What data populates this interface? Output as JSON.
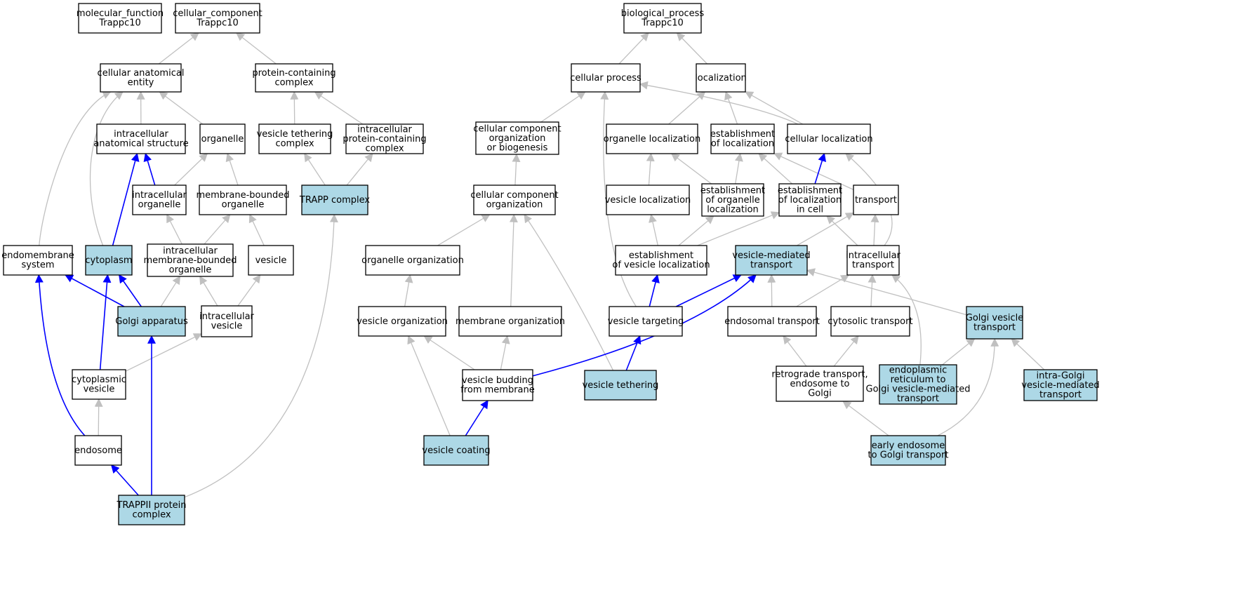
{
  "colors": {
    "highlight_fill": "#add8e6",
    "default_fill": "#ffffff",
    "border": "#000000",
    "edge_gray": "#c0c0c0",
    "edge_blue": "#0000ff"
  },
  "nodes": [
    {
      "id": "mf",
      "lines": [
        "molecular_function",
        "Trappc10"
      ],
      "hl": false
    },
    {
      "id": "cc",
      "lines": [
        "cellular_component",
        "Trappc10"
      ],
      "hl": false
    },
    {
      "id": "bp",
      "lines": [
        "biological_process",
        "Trappc10"
      ],
      "hl": false
    },
    {
      "id": "cae",
      "lines": [
        "cellular anatomical",
        "entity"
      ],
      "hl": false
    },
    {
      "id": "pcc",
      "lines": [
        "protein-containing",
        "complex"
      ],
      "hl": false
    },
    {
      "id": "cellproc",
      "lines": [
        "cellular process"
      ],
      "hl": false
    },
    {
      "id": "loc",
      "lines": [
        "localization"
      ],
      "hl": false
    },
    {
      "id": "ias",
      "lines": [
        "intracellular",
        "anatomical structure"
      ],
      "hl": false
    },
    {
      "id": "organelle",
      "lines": [
        "organelle"
      ],
      "hl": false
    },
    {
      "id": "vtc",
      "lines": [
        "vesicle tethering",
        "complex"
      ],
      "hl": false
    },
    {
      "id": "ipcc",
      "lines": [
        "intracellular",
        "protein-containing",
        "complex"
      ],
      "hl": false
    },
    {
      "id": "ccob",
      "lines": [
        "cellular component",
        "organization",
        "or biogenesis"
      ],
      "hl": false
    },
    {
      "id": "orgloc",
      "lines": [
        "organelle localization"
      ],
      "hl": false
    },
    {
      "id": "estloc",
      "lines": [
        "establishment",
        "of localization"
      ],
      "hl": false
    },
    {
      "id": "cellloc",
      "lines": [
        "cellular localization"
      ],
      "hl": false
    },
    {
      "id": "io",
      "lines": [
        "intracellular",
        "organelle"
      ],
      "hl": false
    },
    {
      "id": "mbo",
      "lines": [
        "membrane-bounded",
        "organelle"
      ],
      "hl": false
    },
    {
      "id": "trapp",
      "lines": [
        "TRAPP complex"
      ],
      "hl": true
    },
    {
      "id": "cco",
      "lines": [
        "cellular component",
        "organization"
      ],
      "hl": false
    },
    {
      "id": "vesloc",
      "lines": [
        "vesicle localization"
      ],
      "hl": false
    },
    {
      "id": "eoo",
      "lines": [
        "establishment",
        "of organelle",
        "localization"
      ],
      "hl": false
    },
    {
      "id": "elc",
      "lines": [
        "establishment",
        "of localization",
        "in cell"
      ],
      "hl": false
    },
    {
      "id": "transport",
      "lines": [
        "transport"
      ],
      "hl": false
    },
    {
      "id": "ems",
      "lines": [
        "endomembrane",
        "system"
      ],
      "hl": false
    },
    {
      "id": "cyto",
      "lines": [
        "cytoplasm"
      ],
      "hl": true
    },
    {
      "id": "imbo",
      "lines": [
        "intracellular",
        "membrane-bounded",
        "organelle"
      ],
      "hl": false
    },
    {
      "id": "vesicle",
      "lines": [
        "vesicle"
      ],
      "hl": false
    },
    {
      "id": "orgorg",
      "lines": [
        "organelle organization"
      ],
      "hl": false
    },
    {
      "id": "evl",
      "lines": [
        "establishment",
        "of vesicle localization"
      ],
      "hl": false
    },
    {
      "id": "vmt",
      "lines": [
        "vesicle-mediated",
        "transport"
      ],
      "hl": true
    },
    {
      "id": "it",
      "lines": [
        "intracellular",
        "transport"
      ],
      "hl": false
    },
    {
      "id": "golgi",
      "lines": [
        "Golgi apparatus"
      ],
      "hl": true
    },
    {
      "id": "iv",
      "lines": [
        "intracellular",
        "vesicle"
      ],
      "hl": false
    },
    {
      "id": "vo",
      "lines": [
        "vesicle organization"
      ],
      "hl": false
    },
    {
      "id": "mo",
      "lines": [
        "membrane organization"
      ],
      "hl": false
    },
    {
      "id": "vtarg",
      "lines": [
        "vesicle targeting"
      ],
      "hl": false
    },
    {
      "id": "endot",
      "lines": [
        "endosomal transport"
      ],
      "hl": false
    },
    {
      "id": "cytot",
      "lines": [
        "cytosolic transport"
      ],
      "hl": false
    },
    {
      "id": "gvt",
      "lines": [
        "Golgi vesicle",
        "transport"
      ],
      "hl": true
    },
    {
      "id": "cv",
      "lines": [
        "cytoplasmic",
        "vesicle"
      ],
      "hl": false
    },
    {
      "id": "vbud",
      "lines": [
        "vesicle budding",
        "from membrane"
      ],
      "hl": false
    },
    {
      "id": "vteth",
      "lines": [
        "vesicle tethering"
      ],
      "hl": true
    },
    {
      "id": "rteg",
      "lines": [
        "retrograde transport,",
        "endosome to",
        "Golgi"
      ],
      "hl": false
    },
    {
      "id": "ergvt",
      "lines": [
        "endoplasmic",
        "reticulum to",
        "Golgi vesicle-mediated",
        "transport"
      ],
      "hl": true
    },
    {
      "id": "igvt",
      "lines": [
        "intra-Golgi",
        "vesicle-mediated",
        "transport"
      ],
      "hl": true
    },
    {
      "id": "endosome",
      "lines": [
        "endosome"
      ],
      "hl": false
    },
    {
      "id": "vcoat",
      "lines": [
        "vesicle coating"
      ],
      "hl": true
    },
    {
      "id": "eetg",
      "lines": [
        "early endosome",
        "to Golgi transport"
      ],
      "hl": true
    },
    {
      "id": "trappii",
      "lines": [
        "TRAPPII protein",
        "complex"
      ],
      "hl": true
    }
  ],
  "edges": [
    {
      "from": "cae",
      "to": "cc",
      "color": "gray"
    },
    {
      "from": "pcc",
      "to": "cc",
      "color": "gray"
    },
    {
      "from": "cellproc",
      "to": "bp",
      "color": "gray"
    },
    {
      "from": "loc",
      "to": "bp",
      "color": "gray"
    },
    {
      "from": "ias",
      "to": "cae",
      "color": "gray"
    },
    {
      "from": "organelle",
      "to": "cae",
      "color": "gray"
    },
    {
      "from": "ems",
      "to": "cae",
      "color": "gray"
    },
    {
      "from": "cyto",
      "to": "cae",
      "color": "gray"
    },
    {
      "from": "vtc",
      "to": "pcc",
      "color": "gray"
    },
    {
      "from": "ipcc",
      "to": "pcc",
      "color": "gray"
    },
    {
      "from": "trapp",
      "to": "vtc",
      "color": "gray"
    },
    {
      "from": "trapp",
      "to": "ipcc",
      "color": "gray"
    },
    {
      "from": "io",
      "to": "ias",
      "color": "blue"
    },
    {
      "from": "cyto",
      "to": "ias",
      "color": "blue"
    },
    {
      "from": "io",
      "to": "organelle",
      "color": "gray"
    },
    {
      "from": "mbo",
      "to": "organelle",
      "color": "gray"
    },
    {
      "from": "imbo",
      "to": "io",
      "color": "gray"
    },
    {
      "from": "imbo",
      "to": "mbo",
      "color": "gray"
    },
    {
      "from": "vesicle",
      "to": "mbo",
      "color": "gray"
    },
    {
      "from": "golgi",
      "to": "ems",
      "color": "blue"
    },
    {
      "from": "endosome",
      "to": "ems",
      "color": "blue"
    },
    {
      "from": "golgi",
      "to": "cyto",
      "color": "blue"
    },
    {
      "from": "cv",
      "to": "cyto",
      "color": "blue"
    },
    {
      "from": "golgi",
      "to": "imbo",
      "color": "gray"
    },
    {
      "from": "iv",
      "to": "imbo",
      "color": "gray"
    },
    {
      "from": "iv",
      "to": "vesicle",
      "color": "gray"
    },
    {
      "from": "cv",
      "to": "iv",
      "color": "gray"
    },
    {
      "from": "endosome",
      "to": "cv",
      "color": "gray"
    },
    {
      "from": "trappii",
      "to": "golgi",
      "color": "blue"
    },
    {
      "from": "trappii",
      "to": "endosome",
      "color": "blue"
    },
    {
      "from": "trappii",
      "to": "trapp",
      "color": "gray"
    },
    {
      "from": "ccob",
      "to": "cellproc",
      "color": "gray"
    },
    {
      "from": "cellloc",
      "to": "cellproc",
      "color": "gray"
    },
    {
      "from": "vtarg",
      "to": "cellproc",
      "color": "gray"
    },
    {
      "from": "orgloc",
      "to": "loc",
      "color": "gray"
    },
    {
      "from": "estloc",
      "to": "loc",
      "color": "gray"
    },
    {
      "from": "cellloc",
      "to": "loc",
      "color": "gray"
    },
    {
      "from": "cco",
      "to": "ccob",
      "color": "gray"
    },
    {
      "from": "orgorg",
      "to": "cco",
      "color": "gray"
    },
    {
      "from": "mo",
      "to": "cco",
      "color": "gray"
    },
    {
      "from": "vteth",
      "to": "cco",
      "color": "gray"
    },
    {
      "from": "vo",
      "to": "orgorg",
      "color": "gray"
    },
    {
      "from": "vbud",
      "to": "vo",
      "color": "gray"
    },
    {
      "from": "vcoat",
      "to": "vo",
      "color": "gray"
    },
    {
      "from": "vbud",
      "to": "mo",
      "color": "gray"
    },
    {
      "from": "vcoat",
      "to": "vbud",
      "color": "blue"
    },
    {
      "from": "vbud",
      "to": "vmt",
      "color": "blue"
    },
    {
      "from": "vesloc",
      "to": "orgloc",
      "color": "gray"
    },
    {
      "from": "eoo",
      "to": "orgloc",
      "color": "gray"
    },
    {
      "from": "eoo",
      "to": "estloc",
      "color": "gray"
    },
    {
      "from": "elc",
      "to": "estloc",
      "color": "gray"
    },
    {
      "from": "transport",
      "to": "estloc",
      "color": "gray"
    },
    {
      "from": "elc",
      "to": "cellloc",
      "color": "blue"
    },
    {
      "from": "it",
      "to": "cellloc",
      "color": "gray"
    },
    {
      "from": "evl",
      "to": "vesloc",
      "color": "gray"
    },
    {
      "from": "evl",
      "to": "eoo",
      "color": "gray"
    },
    {
      "from": "evl",
      "to": "elc",
      "color": "gray"
    },
    {
      "from": "it",
      "to": "elc",
      "color": "gray"
    },
    {
      "from": "vmt",
      "to": "transport",
      "color": "gray"
    },
    {
      "from": "it",
      "to": "transport",
      "color": "gray"
    },
    {
      "from": "vtarg",
      "to": "evl",
      "color": "blue"
    },
    {
      "from": "vtarg",
      "to": "vmt",
      "color": "blue"
    },
    {
      "from": "endot",
      "to": "vmt",
      "color": "gray"
    },
    {
      "from": "gvt",
      "to": "vmt",
      "color": "gray"
    },
    {
      "from": "endot",
      "to": "it",
      "color": "gray"
    },
    {
      "from": "cytot",
      "to": "it",
      "color": "gray"
    },
    {
      "from": "ergvt",
      "to": "it",
      "color": "gray"
    },
    {
      "from": "vteth",
      "to": "vtarg",
      "color": "blue"
    },
    {
      "from": "rteg",
      "to": "endot",
      "color": "gray"
    },
    {
      "from": "rteg",
      "to": "cytot",
      "color": "gray"
    },
    {
      "from": "ergvt",
      "to": "gvt",
      "color": "gray"
    },
    {
      "from": "igvt",
      "to": "gvt",
      "color": "gray"
    },
    {
      "from": "eetg",
      "to": "gvt",
      "color": "gray"
    },
    {
      "from": "eetg",
      "to": "rteg",
      "color": "gray"
    }
  ]
}
